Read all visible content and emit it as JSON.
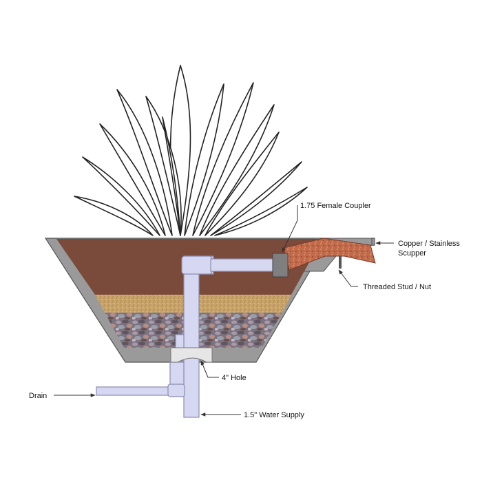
{
  "labels": {
    "coupler": "1.75 Female Coupler",
    "scupper_line1": "Copper / Stainless",
    "scupper_line2": "Scupper",
    "stud": "Threaded Stud / Nut",
    "hole": "4\" Hole",
    "drain": "Drain",
    "supply": "1.5\" Water Supply"
  },
  "colors": {
    "bowl_shell": "#9a9a9a",
    "soil": "#7a4a3a",
    "sand": "#c9a46a",
    "gravel": "#8b7f8c",
    "pipe": "#d6d8f2",
    "scupper": "#c06a4a",
    "leaf_stroke": "#222222",
    "leader_line": "#333333"
  },
  "icons": {
    "plant": "agave-plant-icon",
    "arrow": "arrowhead-icon"
  }
}
